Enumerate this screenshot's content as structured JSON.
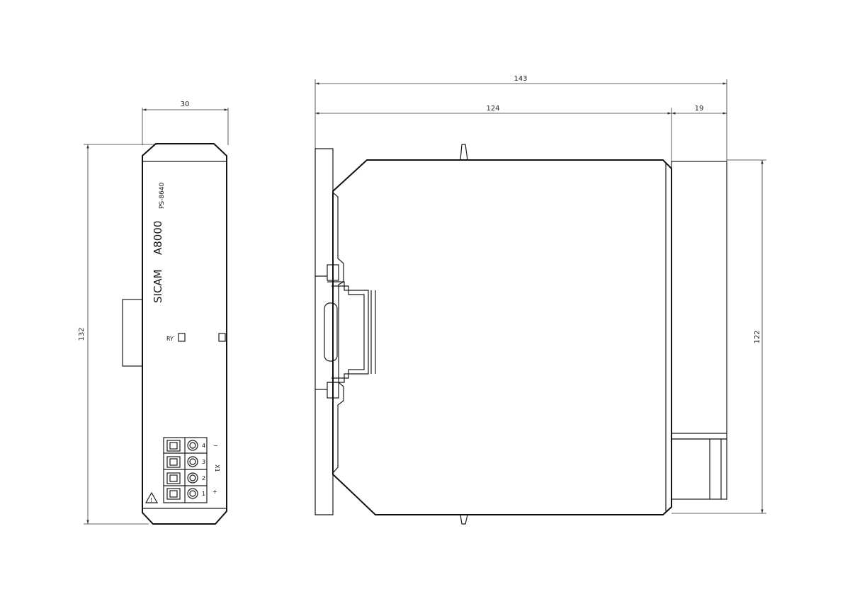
{
  "front_view": {
    "width_dim": "30",
    "height_dim": "132",
    "brand": "SICAM",
    "model": "A8000",
    "part_no": "PS-8640",
    "led_label": "RY",
    "terminal_label": "X1",
    "pin_numbers": [
      "4",
      "3",
      "2",
      "1"
    ],
    "polarity_top": "−",
    "polarity_bottom": "+",
    "warning_symbol": "!"
  },
  "side_view": {
    "total_dim": "143",
    "body_dim": "124",
    "connector_dim": "19",
    "height_dim": "122"
  }
}
